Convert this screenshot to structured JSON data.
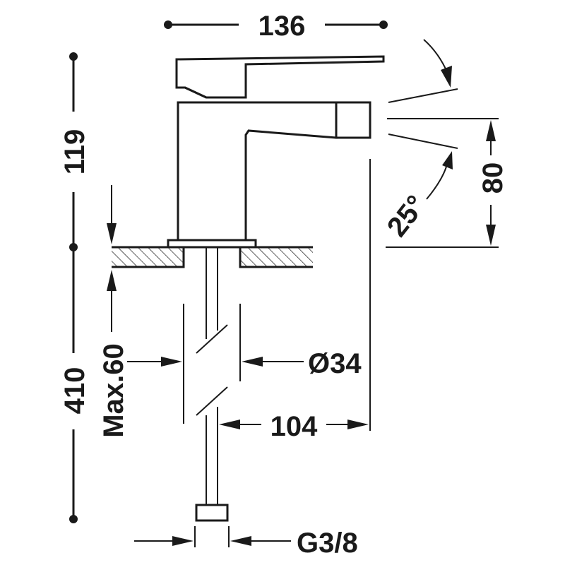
{
  "dimensions": {
    "total_width": "136",
    "top_height": "119",
    "bottom_height": "410",
    "spout_height": "80",
    "angle": "25°",
    "max_deck": "Max.60",
    "shank_diameter": "Ø34",
    "spout_reach": "104",
    "connection_thread": "G3/8"
  }
}
